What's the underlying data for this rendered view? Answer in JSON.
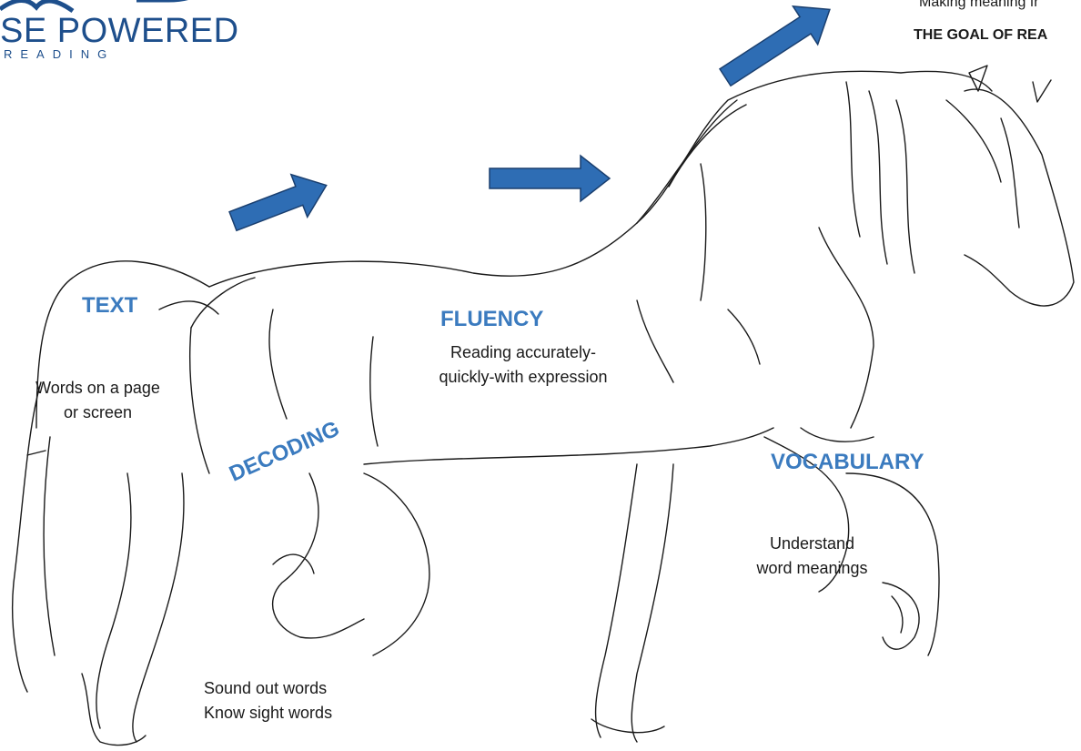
{
  "logo": {
    "main_text": "SE POWERED",
    "sub_text": "READING"
  },
  "labels": {
    "text": {
      "heading": "TEXT",
      "lines": [
        "Words on a page",
        "or screen"
      ]
    },
    "fluency": {
      "heading": "FLUENCY",
      "lines": [
        "Reading accurately-",
        "quickly-with expression"
      ]
    },
    "decoding": {
      "heading": "DECODING",
      "lines": [
        "Sound out words",
        "Know sight words"
      ]
    },
    "vocabulary": {
      "heading": "VOCABULARY",
      "lines": [
        "Understand",
        "word meanings"
      ]
    }
  },
  "goal": {
    "line1": "Making meaning fr",
    "line2": "THE GOAL OF REA"
  },
  "colors": {
    "heading": "#3B7BBF",
    "arrow_fill": "#2E6DB4",
    "arrow_stroke": "#1A3F6F",
    "logo": "#1E4F8C",
    "sketch": "#1a1a1a"
  }
}
